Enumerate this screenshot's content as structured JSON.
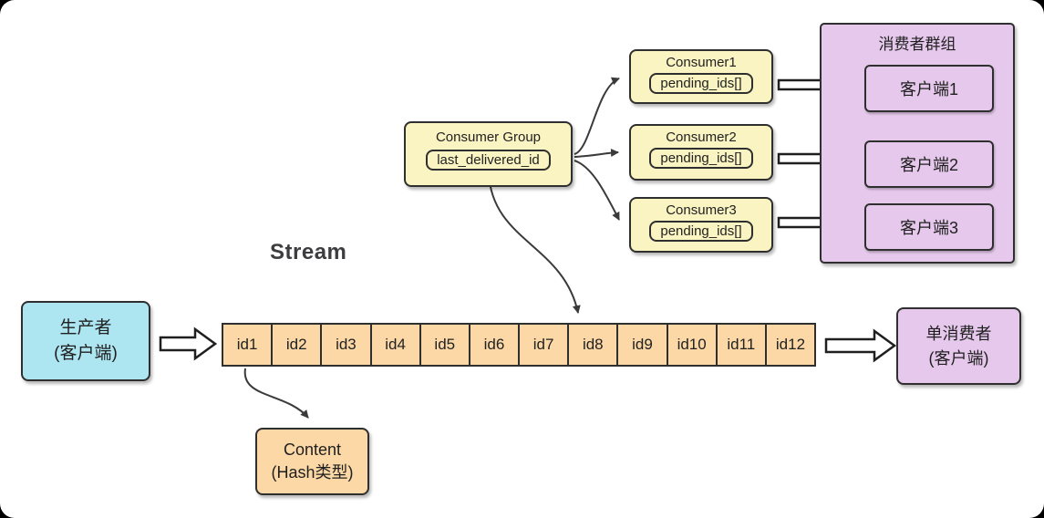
{
  "colors": {
    "background": "#000000",
    "panel": "#ffffff",
    "yellow_box": "#faf3c2",
    "purple_box": "#e5c8eb",
    "cyan_box": "#ade5f1",
    "orange_box": "#fbd8a6",
    "border": "#2f2f2f",
    "arrow": "#3a3a3a"
  },
  "stream_label": "Stream",
  "producer": {
    "line1": "生产者",
    "line2": "(客户端)"
  },
  "stream": {
    "ids": [
      "id1",
      "id2",
      "id3",
      "id4",
      "id5",
      "id6",
      "id7",
      "id8",
      "id9",
      "id10",
      "id11",
      "id12"
    ]
  },
  "consumer_group": {
    "title": "Consumer Group",
    "field": "last_delivered_id"
  },
  "consumers": [
    {
      "title": "Consumer1",
      "field": "pending_ids[]"
    },
    {
      "title": "Consumer2",
      "field": "pending_ids[]"
    },
    {
      "title": "Consumer3",
      "field": "pending_ids[]"
    }
  ],
  "group_panel": {
    "title": "消费者群组",
    "clients": [
      {
        "label": "客户端1"
      },
      {
        "label": "客户端2"
      },
      {
        "label": "客户端3"
      }
    ]
  },
  "single_consumer": {
    "line1": "单消费者",
    "line2": "(客户端)"
  },
  "content": {
    "line1": "Content",
    "line2": "(Hash类型)"
  }
}
